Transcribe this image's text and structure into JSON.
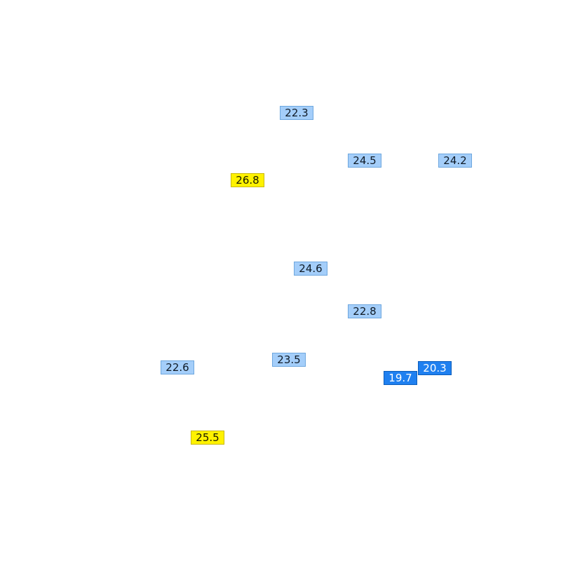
{
  "colors": {
    "light": "#a4cefa",
    "dark": "#1f80f0",
    "hot": "#fff200"
  },
  "stations": [
    {
      "value": "22.3",
      "category": "light"
    },
    {
      "value": "24.5",
      "category": "light"
    },
    {
      "value": "24.2",
      "category": "light"
    },
    {
      "value": "26.8",
      "category": "hot"
    },
    {
      "value": "24.6",
      "category": "light"
    },
    {
      "value": "22.8",
      "category": "light"
    },
    {
      "value": "23.5",
      "category": "light"
    },
    {
      "value": "22.6",
      "category": "light"
    },
    {
      "value": "20.3",
      "category": "dark"
    },
    {
      "value": "19.7",
      "category": "dark"
    },
    {
      "value": "25.5",
      "category": "hot"
    }
  ]
}
